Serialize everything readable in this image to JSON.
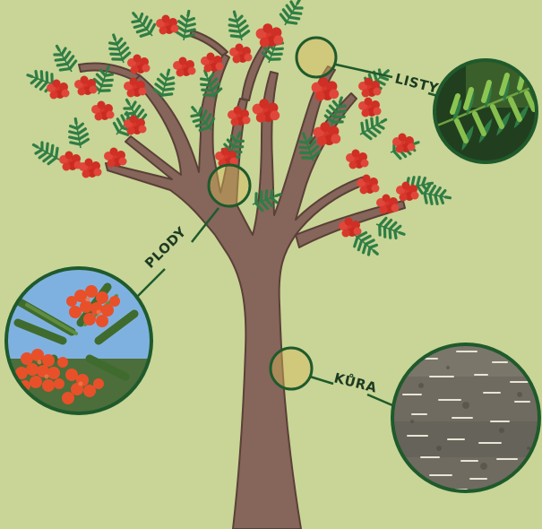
{
  "labels": {
    "leaves": "LISTY",
    "fruits": "PLODY",
    "bark": "KŮRA"
  },
  "colors": {
    "background": "#c8d596",
    "trunk": "#86655a",
    "trunk_outline": "#5a4038",
    "leaf": "#2f7d45",
    "berry": "#d8382b",
    "callout_ring": "#1f5a2c",
    "label_text": "#1d3b22"
  },
  "callouts": [
    {
      "id": "leaves",
      "label_key": "labels.leaves",
      "photo": "rowan-leaf-photo"
    },
    {
      "id": "fruits",
      "label_key": "labels.fruits",
      "photo": "rowan-berries-photo"
    },
    {
      "id": "bark",
      "label_key": "labels.bark",
      "photo": "rowan-bark-photo"
    }
  ]
}
